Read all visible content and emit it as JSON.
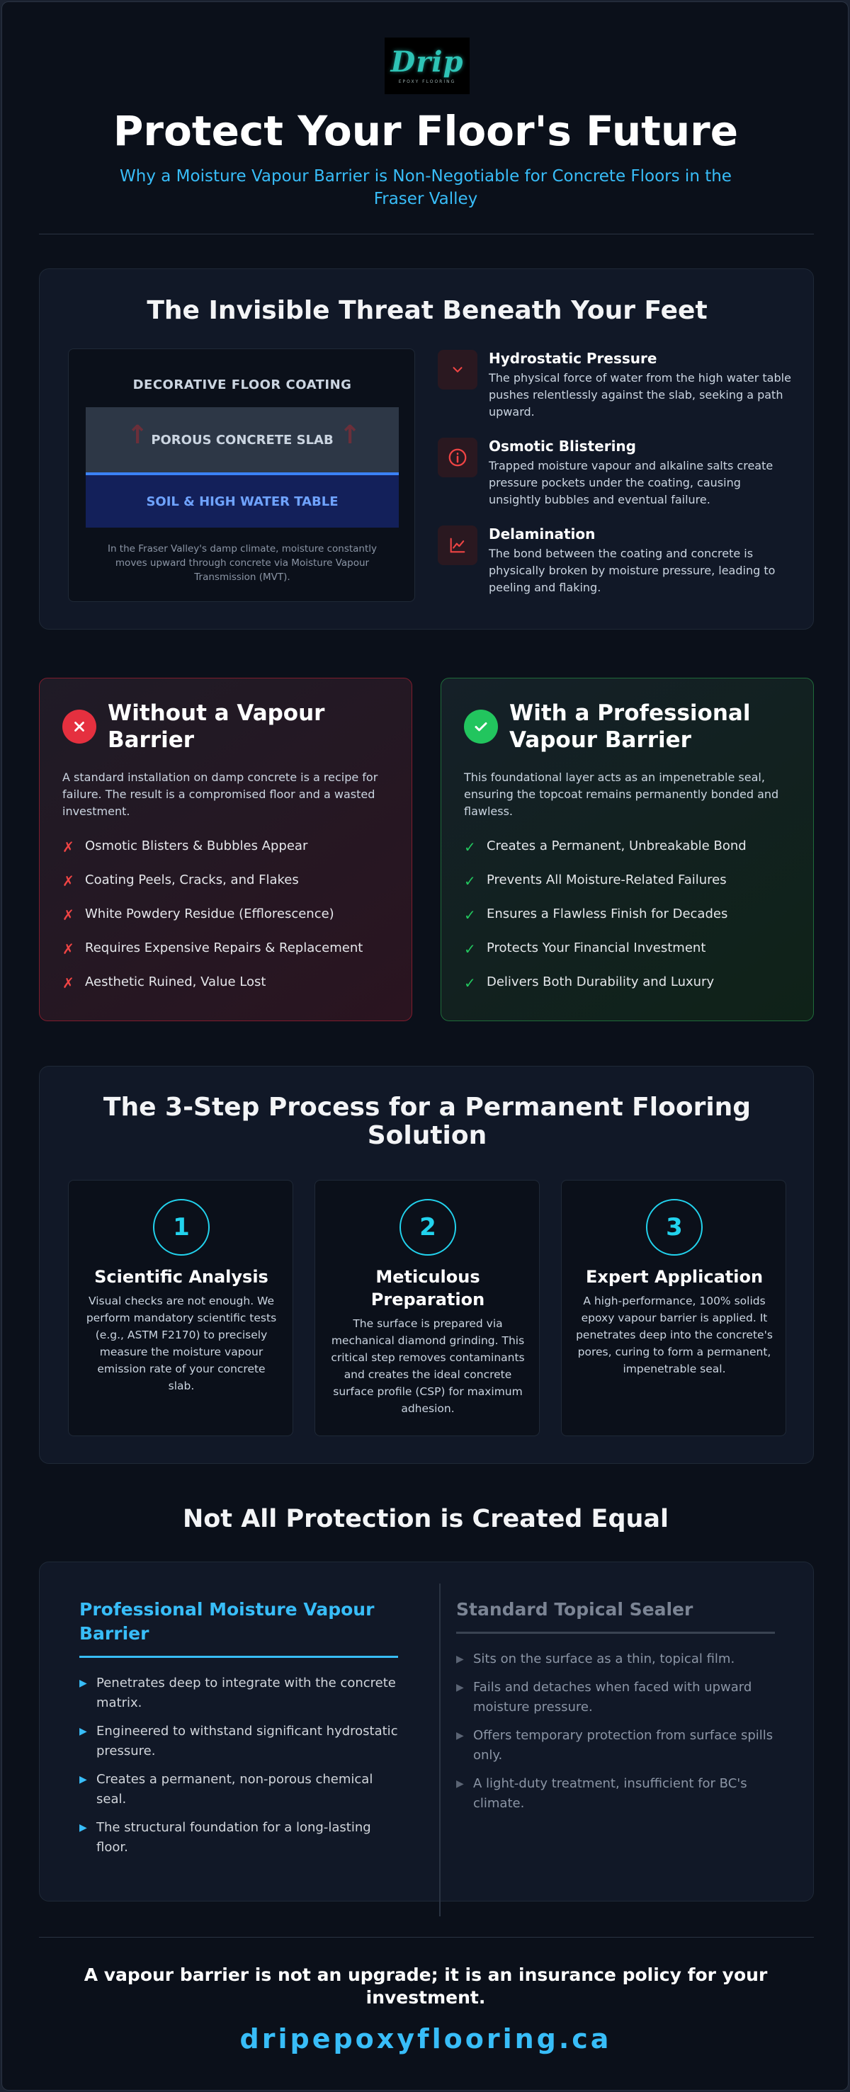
{
  "header": {
    "logo_text": "Drip",
    "logo_tagline": "EPOXY FLOORING",
    "title": "Protect Your Floor's Future",
    "subtitle": "Why a Moisture Vapour Barrier is Non-Negotiable for Concrete Floors in the Fraser Valley"
  },
  "threat": {
    "title": "The Invisible Threat Beneath Your Feet",
    "diagram": {
      "coating": "DECORATIVE FLOOR COATING",
      "slab": "POROUS CONCRETE SLAB",
      "soil": "SOIL & HIGH WATER TABLE",
      "caption": "In the Fraser Valley's damp climate, moisture constantly moves upward through concrete via Moisture Vapour Transmission (MVT)."
    },
    "items": [
      {
        "title": "Hydrostatic Pressure",
        "desc": "The physical force of water from the high water table pushes relentlessly against the slab, seeking a path upward.",
        "icon": "chevron-down-icon"
      },
      {
        "title": "Osmotic Blistering",
        "desc": "Trapped moisture vapour and alkaline salts create pressure pockets under the coating, causing unsightly bubbles and eventual failure.",
        "icon": "info-icon"
      },
      {
        "title": "Delamination",
        "desc": "The bond between the coating and concrete is physically broken by moisture pressure, leading to peeling and flaking.",
        "icon": "chart-icon"
      }
    ]
  },
  "without": {
    "title": "Without a Vapour Barrier",
    "desc": "A standard installation on damp concrete is a recipe for failure. The result is a compromised floor and a wasted investment.",
    "mark": "✗",
    "items": [
      "Osmotic Blisters & Bubbles Appear",
      "Coating Peels, Cracks, and Flakes",
      "White Powdery Residue (Efflorescence)",
      "Requires Expensive Repairs & Replacement",
      "Aesthetic Ruined, Value Lost"
    ]
  },
  "with": {
    "title": "With a Professional Vapour Barrier",
    "desc": "This foundational layer acts as an impenetrable seal, ensuring the topcoat remains permanently bonded and flawless.",
    "mark": "✓",
    "items": [
      "Creates a Permanent, Unbreakable Bond",
      "Prevents All Moisture-Related Failures",
      "Ensures a Flawless Finish for Decades",
      "Protects Your Financial Investment",
      "Delivers Both Durability and Luxury"
    ]
  },
  "process": {
    "title": "The 3-Step Process for a Permanent Flooring Solution",
    "steps": [
      {
        "num": "1",
        "title": "Scientific Analysis",
        "desc": "Visual checks are not enough. We perform mandatory scientific tests (e.g., ASTM F2170) to precisely measure the moisture vapour emission rate of your concrete slab."
      },
      {
        "num": "2",
        "title": "Meticulous Preparation",
        "desc": "The surface is prepared via mechanical diamond grinding. This critical step removes contaminants and creates the ideal concrete surface profile (CSP) for maximum adhesion."
      },
      {
        "num": "3",
        "title": "Expert Application",
        "desc": "A high-performance, 100% solids epoxy vapour barrier is applied. It penetrates deep into the concrete's pores, curing to form a permanent, impenetrable seal."
      }
    ]
  },
  "protection": {
    "title": "Not All Protection is Created Equal",
    "bullet": "▶",
    "pro": {
      "title": "Professional Moisture Vapour Barrier",
      "items": [
        "Penetrates deep to integrate with the concrete matrix.",
        "Engineered to withstand significant hydrostatic pressure.",
        "Creates a permanent, non-porous chemical seal.",
        "The structural foundation for a long-lasting floor."
      ]
    },
    "std": {
      "title": "Standard Topical Sealer",
      "items": [
        "Sits on the surface as a thin, topical film.",
        "Fails and detaches when faced with upward moisture pressure.",
        "Offers temporary protection from surface spills only.",
        "A light-duty treatment, insufficient for BC's climate."
      ]
    }
  },
  "footer": {
    "text": "A vapour barrier is not an upgrade; it is an insurance policy for your investment.",
    "url": "dripepoxyflooring.ca"
  },
  "colors": {
    "accent": "#38bdf8",
    "danger": "#ef4444",
    "success": "#22c55e",
    "background": "#0b101a"
  }
}
